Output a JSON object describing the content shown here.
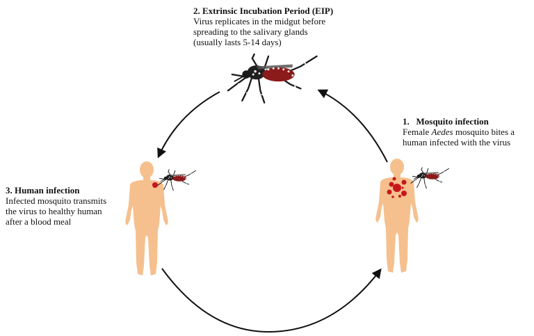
{
  "steps": [
    {
      "number": "1.",
      "title": "Mosquito infection",
      "lines": [
        "Female ",
        "Aedes",
        " mosquito bites a",
        "human infected with the virus"
      ]
    },
    {
      "number": "2.",
      "title": "Extrinsic Incubation Period (EIP)",
      "lines": [
        "Virus replicates in the midgut before",
        "spreading to the salivary glands",
        "(usually lasts 5-14 days)"
      ]
    },
    {
      "number": "3.",
      "title": "Human infection",
      "lines": [
        "Infected mosquito transmits",
        "the virus to healthy human",
        "after a blood meal"
      ]
    }
  ],
  "colors": {
    "skin": "#F5C08E",
    "infection": "#C8161D",
    "mosquito_body": "#222222",
    "mosquito_abdomen": "#8B1A1A",
    "arrow": "#111111"
  },
  "icons": [
    "mosquito-icon",
    "human-figure-icon",
    "cycle-arrow-icon"
  ]
}
